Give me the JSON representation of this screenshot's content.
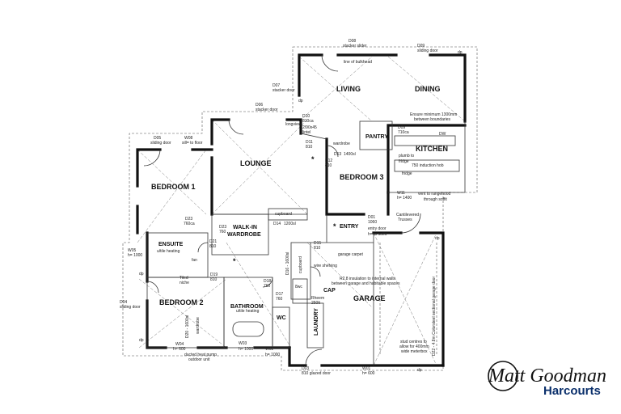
{
  "rooms": {
    "living": "LIVING",
    "dining": "DINING",
    "lounge": "LOUNGE",
    "kitchen": "KITCHEN",
    "pantry": "PANTRY",
    "bedroom1": "BEDROOM 1",
    "bedroom2": "BEDROOM 2",
    "bedroom3": "BEDROOM 3",
    "walkin_1": "WALK-IN",
    "walkin_2": "WARDROBE",
    "ensuite": "ENSUITE",
    "bathroom": "BATHROOM",
    "garage": "GARAGE",
    "entry": "ENTRY",
    "laundry": "LAUNDRY",
    "wc": "WC",
    "cap": "CAP"
  },
  "notes": {
    "d08": "D08",
    "d08_desc": "stacker slider",
    "d09": "D09",
    "d09_desc": "sliding door",
    "bulkhead": "line of bulkhead",
    "d07": "D07",
    "d07_desc": "stacker door",
    "d06": "D06",
    "d06_desc": "stacker door",
    "soffit": "Ensure minimum 1300mm",
    "soffit2": "between boundaries",
    "d10": "D10",
    "d10_desc": "810ca",
    "lintel_1": "2/90x45",
    "lintel_2": "lintel",
    "longview": "longview",
    "d11": "D11",
    "d11_desc": "810",
    "d09b": "D09",
    "d09b_desc": "710ca",
    "dw": "DW",
    "wardrobe": "wardrobe",
    "d13": "D13",
    "d13_desc": "1400sl",
    "d12": "D12",
    "d12_desc": "810",
    "plumb_1": "plumb to",
    "plumb_2": "fridge",
    "hob": "750 induction hob",
    "fridge": "fridge",
    "w11": "W11",
    "w11_desc": "h= 1400",
    "vent_1": "vent to rangehood",
    "vent_2": "through soffit",
    "d05": "D05",
    "d05_desc": "sliding door",
    "w08": "W08",
    "w08_desc": "sill= to floor",
    "d04": "D04",
    "d04_desc": "sliding door",
    "d23": "D23",
    "d23_desc": "760ca",
    "d23b": "D23",
    "d23b_desc": "760",
    "cupboard": "cupboard",
    "d14": "D14",
    "d14_desc": "1200sl",
    "d01": "D01",
    "d01_desc": "1060",
    "entry_door": "entry door",
    "entry_soffit": "h= to soffit",
    "cantilever_1": "Cantilevered",
    "cantilever_2": "Trusses",
    "d21": "D21",
    "d21_desc": "810",
    "w05": "W05",
    "w05_desc": "h= 1000",
    "ufh_ens": "u/tile heating",
    "tiled_niche": "Tiled",
    "tiled_niche2": "niche",
    "fan": "fan",
    "d15": "D15",
    "d15_desc": "810",
    "garage_carpet": "garage carpet",
    "d16": "D16 - 1600sl",
    "cupboard2": "cupboard",
    "wire_shelving": "wire shelving",
    "insulation_1": "R2.8 insulation to internal walls",
    "insulation_2": "between garage and habitable spaces",
    "d19": "D19",
    "d19_desc": "810",
    "d18": "D18",
    "d18_desc": "760",
    "d17": "D17",
    "d17_desc": "760",
    "bwc": "8wc",
    "rheem": "Rheem",
    "rheem_l": "250lt",
    "ufh_bath": "u/tile heating",
    "d20": "D20 - 1600sl",
    "wardrobe2": "wardrobe",
    "d22": "D22 - 4.8m Colorsteel sectional garage door",
    "w04": "W04",
    "w04_desc": "h= 600",
    "w03": "W03",
    "w03_desc": "h= 1000",
    "w02": "W02",
    "w02_desc": "h= 1000",
    "heat_pump_1": "ducted heat pump",
    "heat_pump_2": "outdoor unit",
    "d03": "D03",
    "d03_desc": "810 glazed door",
    "w01": "W01",
    "w01_desc": "h= 600",
    "stud_1": "stud centres to",
    "stud_2": "allow for 400mm",
    "stud_3": "wide meterbox",
    "dp1": "dp",
    "dp2": "dp",
    "dp3": "dp",
    "dp4": "dp",
    "dp5": "dp",
    "dp6": "dp"
  },
  "branding": {
    "name": "Matt Goodman",
    "company": "Harcourts",
    "accent": "#0a2f6b"
  }
}
